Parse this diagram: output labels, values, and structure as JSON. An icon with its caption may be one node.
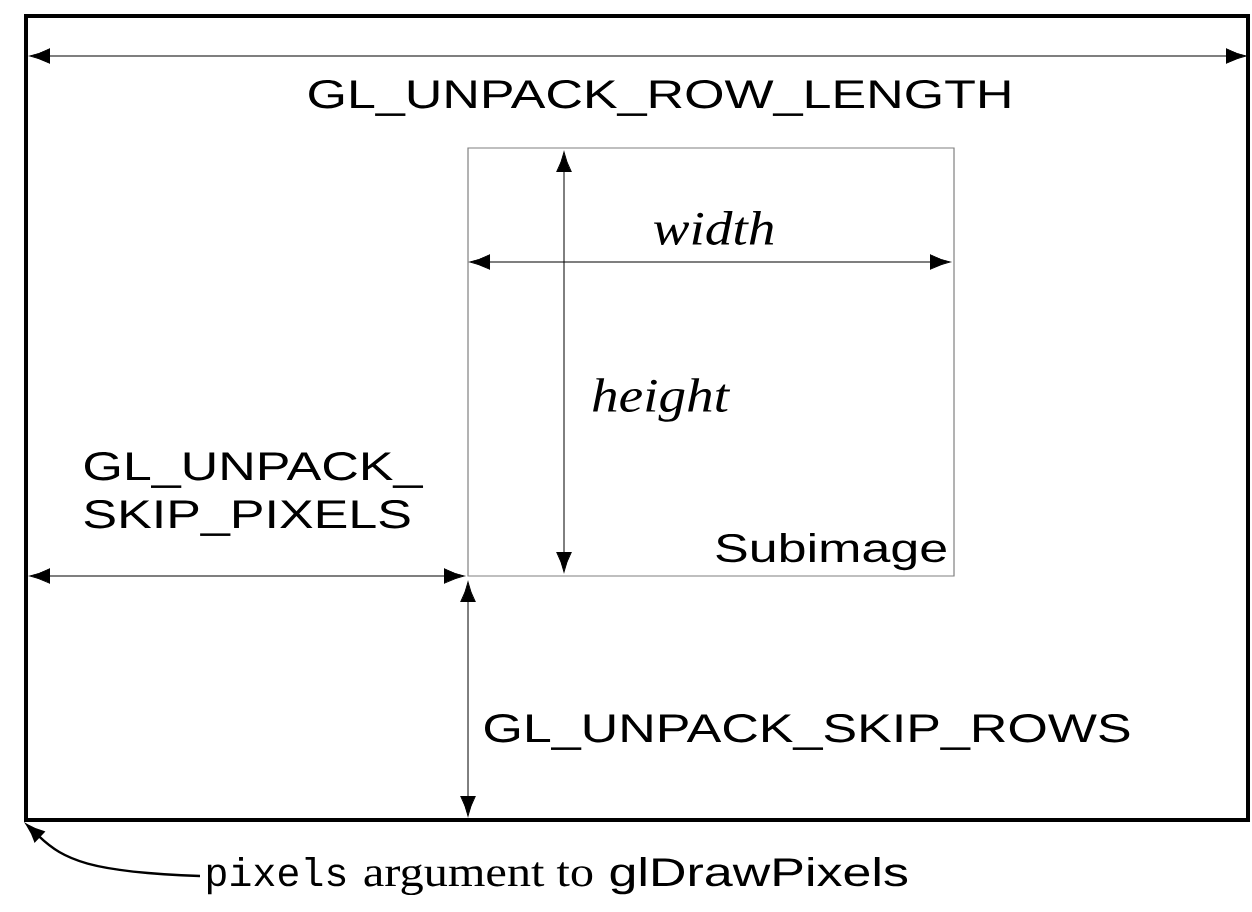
{
  "diagram": {
    "nodes": [
      {
        "text": [],
        "shape": "box"
      },
      {
        "text": [
          "Subimage"
        ],
        "in": 0
      },
      {
        "text": [
          "pixels",
          "argument to",
          "glDrawPixels"
        ]
      }
    ],
    "edges": [
      {
        "from": 2,
        "to": 0,
        "arrow": "to"
      }
    ],
    "labels": [
      "GL_UNPACK_ROW_LENGTH",
      "width",
      "height",
      "GL_UNPACK_ SKIP_PIXELS",
      "GL_UNPACK_SKIP_ROWS"
    ]
  }
}
